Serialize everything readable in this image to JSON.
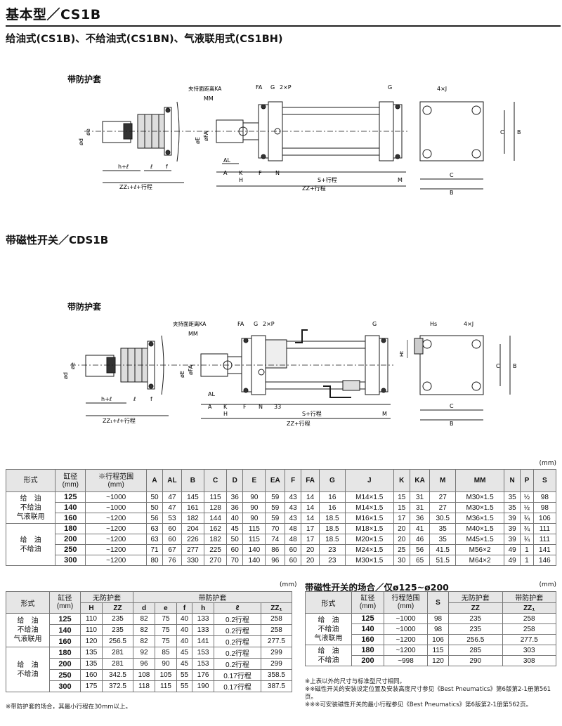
{
  "header": {
    "title": "基本型／CS1B",
    "subtitle": "给油式(CS1B)、不给油式(CS1BN)、气液联用式(CS1BH)",
    "section2_title": "带磁性开关／CDS1B"
  },
  "drawing1": {
    "boot_label": "带防护套",
    "labels": {
      "wrench": "夹持面距离KA",
      "mm": "MM",
      "fa": "FA",
      "g_top": "G",
      "p2": "2×P",
      "g_right": "G",
      "j4": "4×J",
      "ee": "øe",
      "ed": "ød",
      "ee2": "øE",
      "efa": "øFA",
      "al": "AL",
      "a": "A",
      "k": "K",
      "f": "F",
      "n": "N",
      "h": "H",
      "s_stroke": "S+行程",
      "m": "M",
      "zz_stroke": "ZZ+行程",
      "hl": "h+ℓ",
      "l": "ℓ",
      "f2": "f",
      "zz1": "ZZ₁+ℓ+行程",
      "c_right": "C",
      "b_right": "B",
      "c_bottom": "C",
      "b_bottom": "B"
    }
  },
  "drawing2": {
    "boot_label": "带防护套",
    "labels": {
      "wrench": "夹持面距离KA",
      "mm": "MM",
      "fa": "FA",
      "g_top": "G",
      "p2": "2×P",
      "g_right": "G",
      "j4": "4×J",
      "hs": "Hs",
      "ht": "Ht",
      "ee": "øe",
      "ed": "ød",
      "ee2": "øE",
      "efa": "øFA",
      "al": "AL",
      "a": "A",
      "k": "K",
      "f": "F",
      "n": "N",
      "n33": "33",
      "h": "H",
      "s_stroke": "S+行程",
      "m": "M",
      "zz_stroke": "ZZ+行程",
      "hl": "h+ℓ",
      "l": "ℓ",
      "f2": "f",
      "zz1": "ZZ₁+ℓ+行程",
      "c_right": "C",
      "b_right": "B",
      "c_bottom": "C",
      "b_bottom": "B"
    }
  },
  "table1": {
    "unit": "(mm)",
    "headers": [
      "形式",
      "缸径\n(mm)",
      "※行程范围\n(mm)",
      "A",
      "AL",
      "B",
      "C",
      "D",
      "E",
      "EA",
      "F",
      "FA",
      "G",
      "J",
      "K",
      "KA",
      "M",
      "MM",
      "N",
      "P",
      "S"
    ],
    "group1": "给　油\n不给油\n气液联用",
    "group2": "给　油\n不给油",
    "rows": [
      [
        "125",
        "~1000",
        "50",
        "47",
        "145",
        "115",
        "36",
        "90",
        "59",
        "43",
        "14",
        "16",
        "M14×1.5",
        "15",
        "31",
        "27",
        "M30×1.5",
        "35",
        "½",
        "98"
      ],
      [
        "140",
        "~1000",
        "50",
        "47",
        "161",
        "128",
        "36",
        "90",
        "59",
        "43",
        "14",
        "16",
        "M14×1.5",
        "15",
        "31",
        "27",
        "M30×1.5",
        "35",
        "½",
        "98"
      ],
      [
        "160",
        "~1200",
        "56",
        "53",
        "182",
        "144",
        "40",
        "90",
        "59",
        "43",
        "14",
        "18.5",
        "M16×1.5",
        "17",
        "36",
        "30.5",
        "M36×1.5",
        "39",
        "¾",
        "106"
      ],
      [
        "180",
        "~1200",
        "63",
        "60",
        "204",
        "162",
        "45",
        "115",
        "70",
        "48",
        "17",
        "18.5",
        "M18×1.5",
        "20",
        "41",
        "35",
        "M40×1.5",
        "39",
        "¾",
        "111"
      ],
      [
        "200",
        "~1200",
        "63",
        "60",
        "226",
        "182",
        "50",
        "115",
        "74",
        "48",
        "17",
        "18.5",
        "M20×1.5",
        "20",
        "46",
        "35",
        "M45×1.5",
        "39",
        "¾",
        "111"
      ],
      [
        "250",
        "~1200",
        "71",
        "67",
        "277",
        "225",
        "60",
        "140",
        "86",
        "60",
        "20",
        "23",
        "M24×1.5",
        "25",
        "56",
        "41.5",
        "M56×2",
        "49",
        "1",
        "141"
      ],
      [
        "300",
        "~1200",
        "80",
        "76",
        "330",
        "270",
        "70",
        "140",
        "96",
        "60",
        "20",
        "23",
        "M30×1.5",
        "30",
        "65",
        "51.5",
        "M64×2",
        "49",
        "1",
        "146"
      ]
    ]
  },
  "table2": {
    "unit": "(mm)",
    "headers": {
      "type": "形式",
      "bore": "缸径\n(mm)",
      "no_boot": "无防护套",
      "with_boot": "带防护套",
      "cols": [
        "H",
        "ZZ",
        "d",
        "e",
        "f",
        "h",
        "ℓ",
        "ZZ₁"
      ]
    },
    "group1": "给　油\n不给油\n气液联用",
    "group2": "给　油\n不给油",
    "rows": [
      [
        "125",
        "110",
        "235",
        "82",
        "75",
        "40",
        "133",
        "0.2行程",
        "258"
      ],
      [
        "140",
        "110",
        "235",
        "82",
        "75",
        "40",
        "133",
        "0.2行程",
        "258"
      ],
      [
        "160",
        "120",
        "256.5",
        "82",
        "75",
        "40",
        "141",
        "0.2行程",
        "277.5"
      ],
      [
        "180",
        "135",
        "281",
        "92",
        "85",
        "45",
        "153",
        "0.2行程",
        "299"
      ],
      [
        "200",
        "135",
        "281",
        "96",
        "90",
        "45",
        "153",
        "0.2行程",
        "299"
      ],
      [
        "250",
        "160",
        "342.5",
        "108",
        "105",
        "55",
        "176",
        "0.17行程",
        "358.5"
      ],
      [
        "300",
        "175",
        "372.5",
        "118",
        "115",
        "55",
        "190",
        "0.17行程",
        "387.5"
      ]
    ],
    "note": "※带防护套的场合，其最小行程在30mm以上。"
  },
  "table3": {
    "title": "带磁性开关的场合／仅ø125~ø200",
    "unit": "(mm)",
    "headers": {
      "type": "形式",
      "bore": "缸径\n(mm)",
      "stroke": "行程范围\n(mm)",
      "s": "S",
      "no_boot": "无防护套",
      "with_boot": "带防护套",
      "zz": "ZZ",
      "zz1": "ZZ₁"
    },
    "group1": "给　油\n不给油\n气液联用",
    "group2": "给　油\n不给油",
    "rows": [
      [
        "125",
        "~1000",
        "98",
        "235",
        "258"
      ],
      [
        "140",
        "~1000",
        "98",
        "235",
        "258"
      ],
      [
        "160",
        "~1200",
        "106",
        "256.5",
        "277.5"
      ],
      [
        "180",
        "~1200",
        "115",
        "285",
        "303"
      ],
      [
        "200",
        "~998",
        "120",
        "290",
        "308"
      ]
    ],
    "notes": [
      "※上表以外的尺寸与标准型尺寸相同。",
      "※※磁性开关的安装设定位置及安装高度尺寸参见《Best Pneumatics》第6版第2-1册第561页。",
      "※※※可安装磁性开关的最小行程参见《Best Pneumatics》第6版第2-1册第562页。"
    ]
  },
  "colors": {
    "line": "#1a1a1a",
    "header_bg": "#e6e6e6",
    "grid": "#777777"
  }
}
